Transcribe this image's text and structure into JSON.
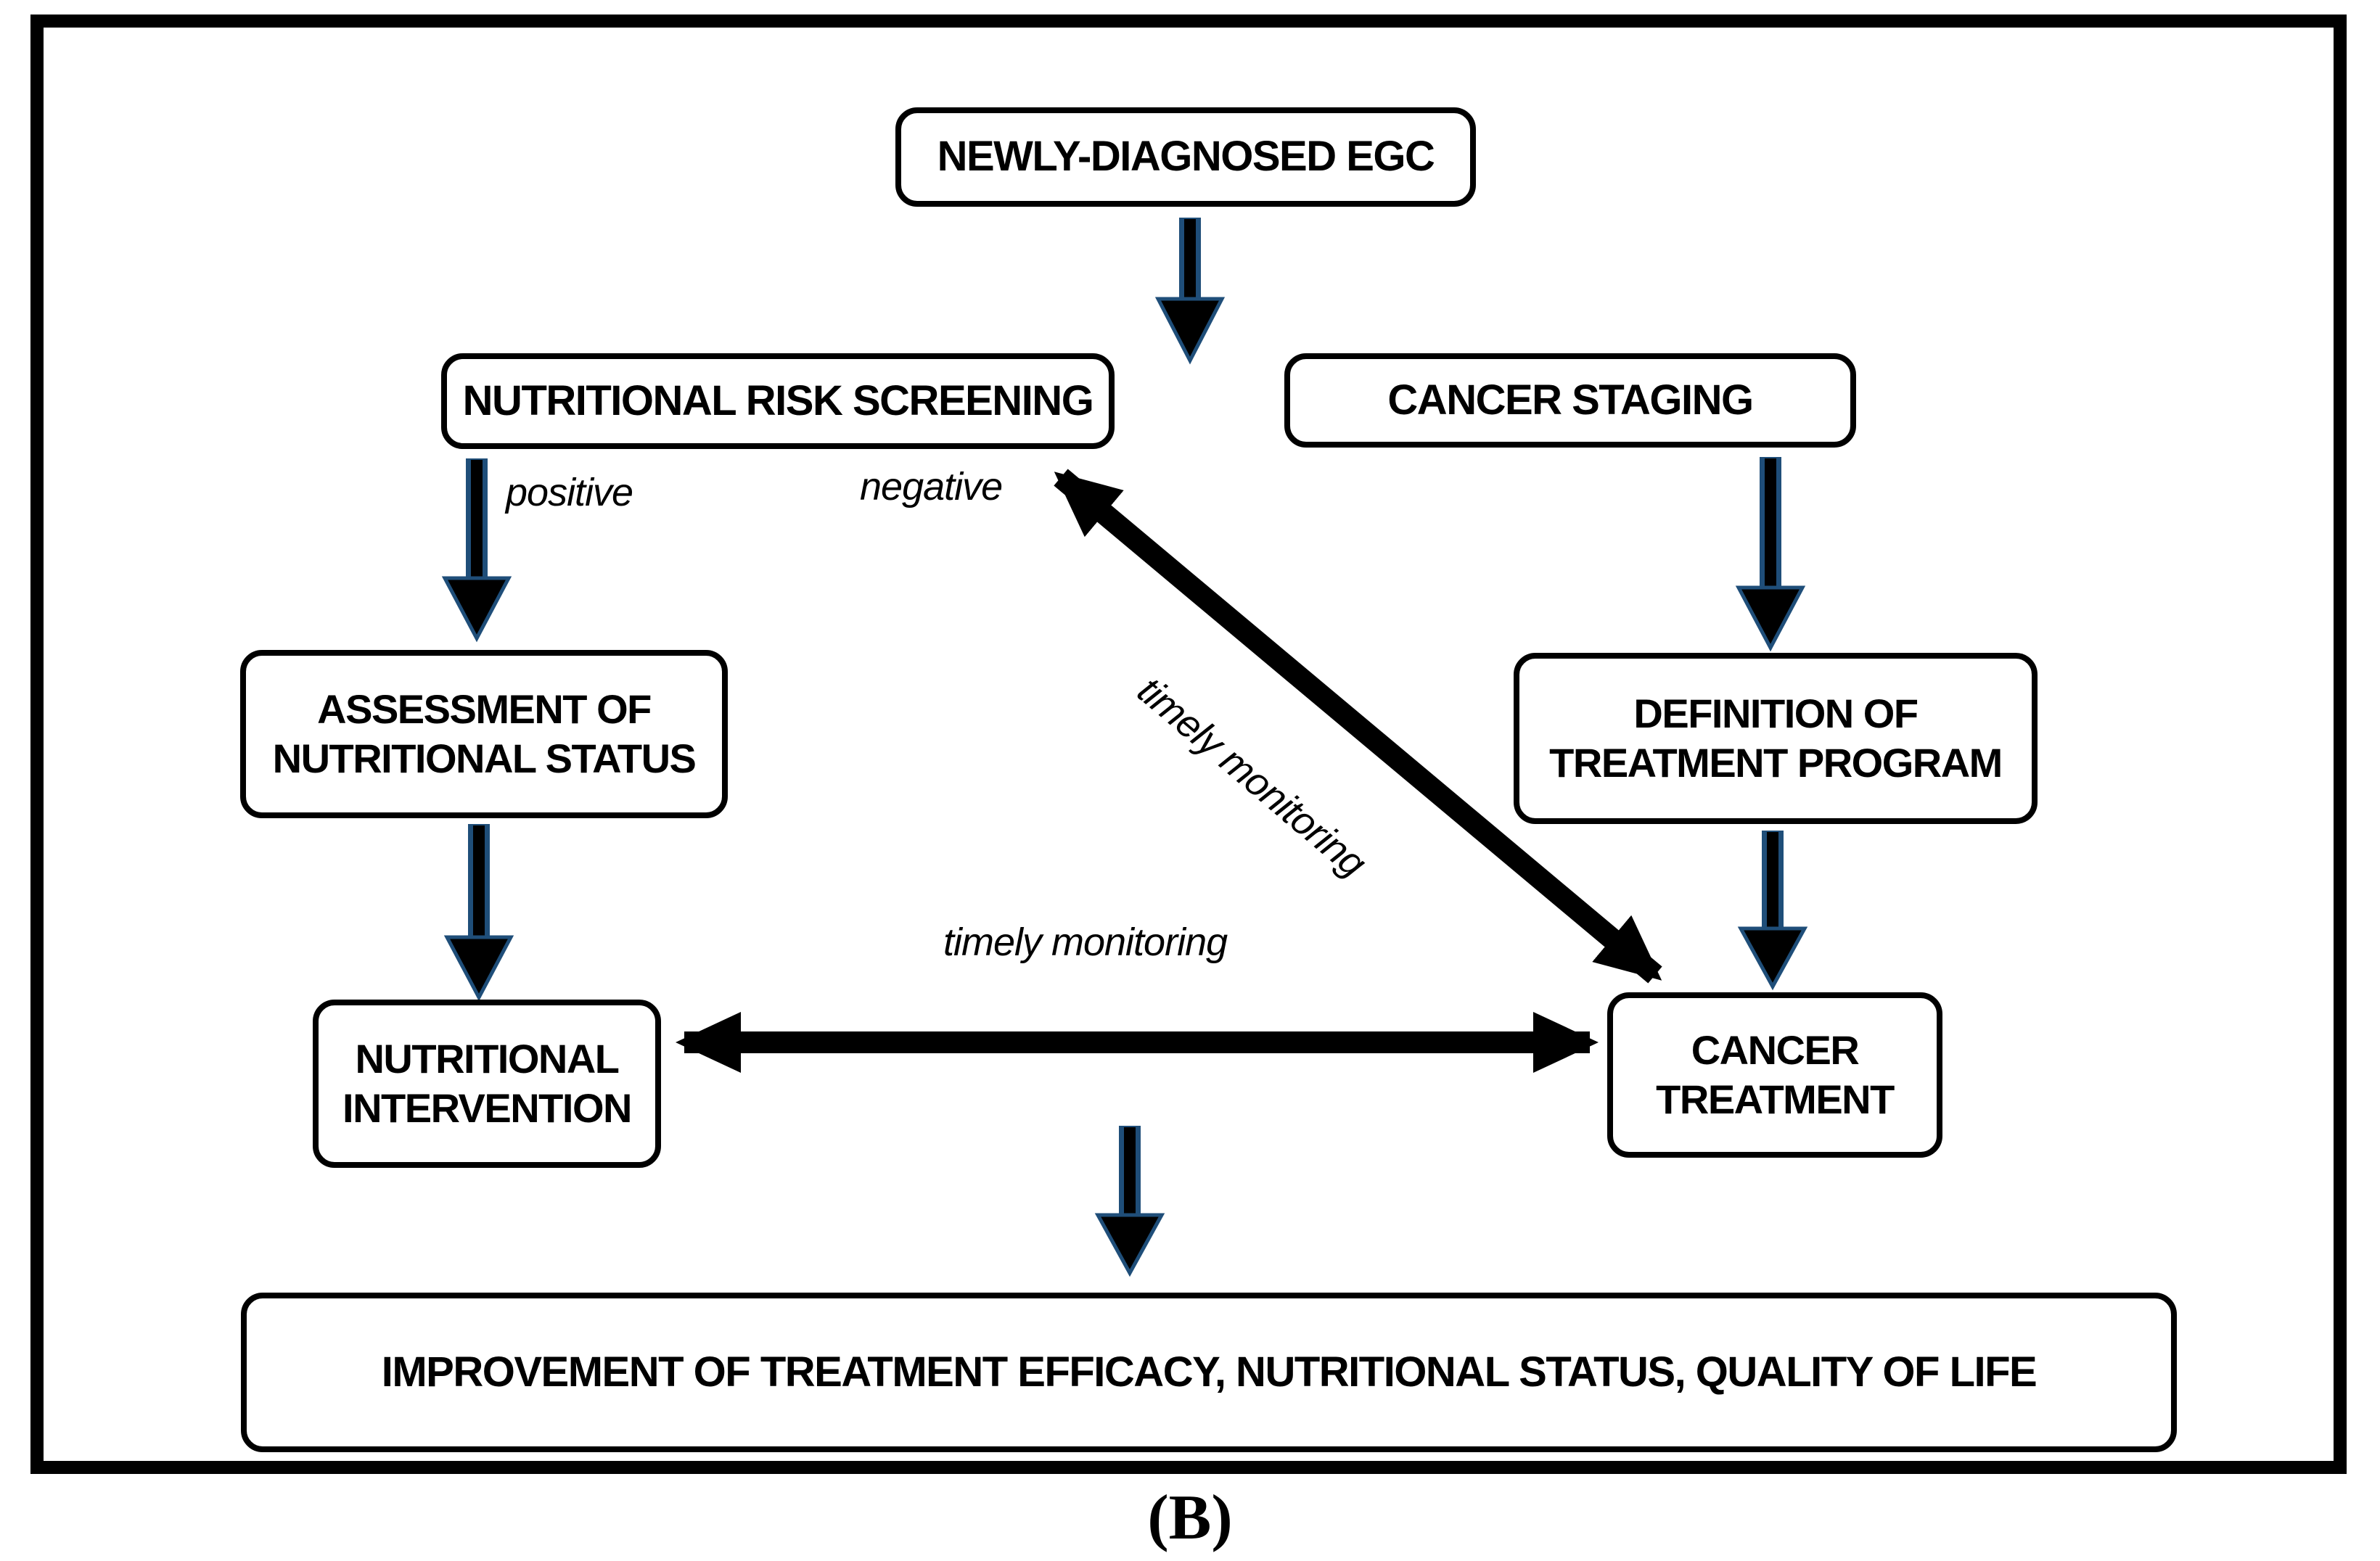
{
  "figure": {
    "caption": "(B)"
  },
  "nodes": {
    "newly_diagnosed_egc": {
      "label": "NEWLY-DIAGNOSED EGC"
    },
    "nutritional_risk_screening": {
      "label": "NUTRITIONAL RISK SCREENING"
    },
    "cancer_staging": {
      "label": "CANCER STAGING"
    },
    "assessment_of_nutritional_status": {
      "line1": "ASSESSMENT OF",
      "line2": "NUTRITIONAL STATUS"
    },
    "definition_of_treatment_program": {
      "line1": "DEFINITION OF",
      "line2": "TREATMENT PROGRAM"
    },
    "nutritional_intervention": {
      "line1": "NUTRITIONAL",
      "line2": "INTERVENTION"
    },
    "cancer_treatment": {
      "line1": "CANCER",
      "line2": "TREATMENT"
    },
    "improvement": {
      "label": "IMPROVEMENT OF TREATMENT EFFICACY, NUTRITIONAL STATUS, QUALITY OF LIFE"
    }
  },
  "edge_labels": {
    "positive": "positive",
    "negative": "negative",
    "diagonal_monitoring": "timely monitoring",
    "horizontal_monitoring": "timely monitoring"
  },
  "colors": {
    "arrow_outline_blue": "#1f4e79",
    "arrow_black": "#000000",
    "box_border": "#000000",
    "background": "#ffffff"
  }
}
